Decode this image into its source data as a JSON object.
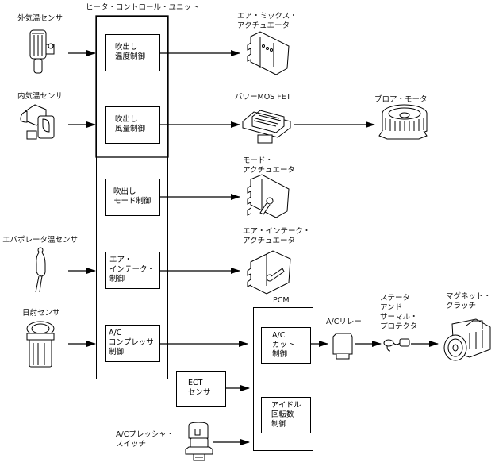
{
  "title": "ヒータ・コントロール・ユニット",
  "inputs": {
    "outside_temp_sensor": "外気温センサ",
    "cabin_temp_sensor": "内気温センサ",
    "evaporator_temp_sensor": "エバポレータ温センサ",
    "solar_sensor": "日射センサ",
    "ect_sensor": "ECT\nセンサ",
    "ac_pressure_switch": "A/Cプレッシャ・\nスイッチ"
  },
  "hcu_blocks": [
    {
      "label": "吹出し\n温度制御"
    },
    {
      "label": "吹出し\n風量制御"
    },
    {
      "label": "吹出し\nモード制御"
    },
    {
      "label": "エア・\nインテーク・\n制御"
    },
    {
      "label": "A/C\nコンプレッサ\n制御"
    }
  ],
  "pcm": {
    "title": "PCM",
    "blocks": [
      {
        "label": "A/C\nカット\n制御"
      },
      {
        "label": "アイドル\n回転数\n制御"
      }
    ]
  },
  "outputs": {
    "air_mix_actuator": "エア・ミックス・\nアクチュエータ",
    "power_mos_fet": "パワーMOS FET",
    "blower_motor": "ブロア・モータ",
    "mode_actuator": "モード・\nアクチュエータ",
    "air_intake_actuator": "エア・インテーク・\nアクチュエータ",
    "ac_relay": "A/Cリレー",
    "thermal_protector": "ステータ\nアンド\nサーマル・\nプロテクタ",
    "magnet_clutch": "マグネット・\nクラッチ"
  }
}
